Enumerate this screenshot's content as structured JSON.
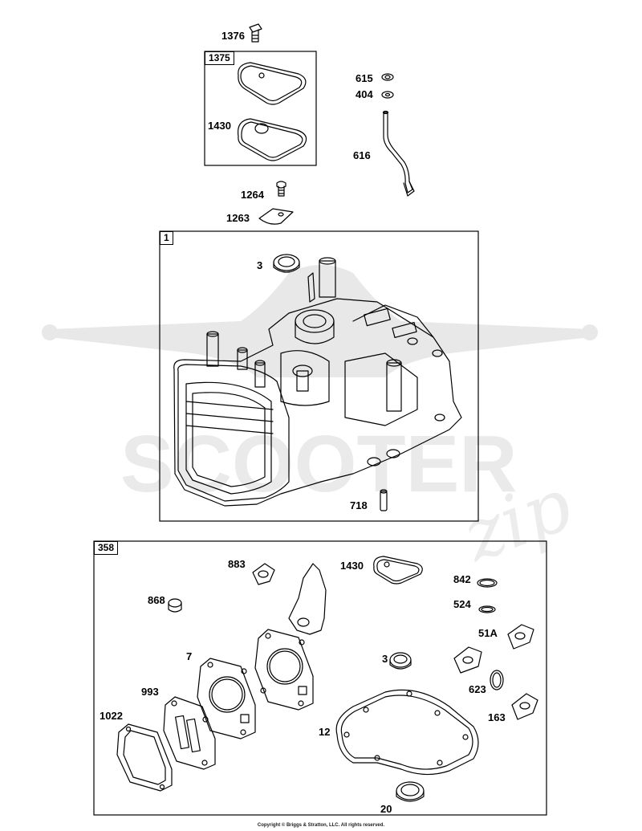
{
  "watermark": {
    "brand": "SCOOTER",
    "script": "zip",
    "color": "#e6e6e6"
  },
  "groups": {
    "kit_1375": "1375",
    "cylinder_1": "1",
    "gasket_set_358": "358"
  },
  "parts": {
    "p1376": "1376",
    "p1430_top": "1430",
    "p615": "615",
    "p404": "404",
    "p616": "616",
    "p1264": "1264",
    "p1263": "1263",
    "p3_top": "3",
    "p718": "718",
    "p883": "883",
    "p1430_bottom": "1430",
    "p842": "842",
    "p868": "868",
    "p524": "524",
    "p51A": "51A",
    "p7": "7",
    "p3_bottom": "3",
    "p623": "623",
    "p993": "993",
    "p163": "163",
    "p1022": "1022",
    "p12": "12",
    "p20": "20"
  },
  "footer": {
    "copyright": "Copyright © Briggs & Stratton, LLC. All rights reserved."
  },
  "colors": {
    "line": "#000000",
    "watermark": "#e6e6e6"
  }
}
